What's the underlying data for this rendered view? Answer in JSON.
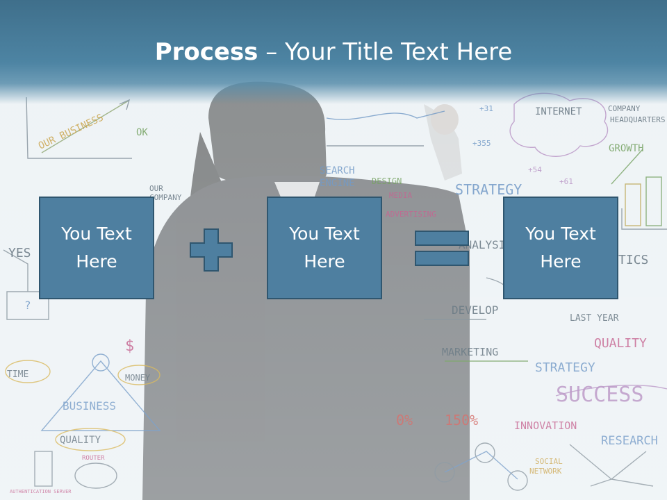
{
  "slide": {
    "title_bold": "Process",
    "title_rest": " – Your Title Text Here",
    "boxes": [
      {
        "line1": "You Text",
        "line2": "Here"
      },
      {
        "line1": "You Text",
        "line2": "Here"
      },
      {
        "line1": "You Text",
        "line2": "Here"
      }
    ],
    "operators": [
      "plus-icon",
      "equals-icon"
    ],
    "colors": {
      "title_bar": "#3f6f8b",
      "box_fill": "#4e7fa0",
      "box_border": "#2f566f",
      "text": "#ffffff"
    }
  },
  "background": {
    "whiteboard_words": [
      "OUR BUSINESS",
      "OK",
      "INTERNET",
      "COMPANY HEADQUARTERS",
      "GROWTH",
      "OUR COMPANY",
      "SEARCH ENGINE",
      "DESIGN",
      "MEDIA",
      "ADVERTISING",
      "STRATEGY",
      "YES",
      "?",
      "ANALYSIS",
      "DEVELOP",
      "TICS",
      "LAST YEAR",
      "MARKETING",
      "QUALITY",
      "STRATEGY",
      "SUCCESS",
      "TIME",
      "BUSINESS",
      "MONEY",
      "QUALITY",
      "ROUTER",
      "AUTHENTICATION SERVER",
      "0%",
      "150%",
      "INNOVATION",
      "RESEARCH",
      "SOCIAL NETWORK",
      "+31",
      "+355",
      "+54",
      "+61",
      "$"
    ]
  }
}
